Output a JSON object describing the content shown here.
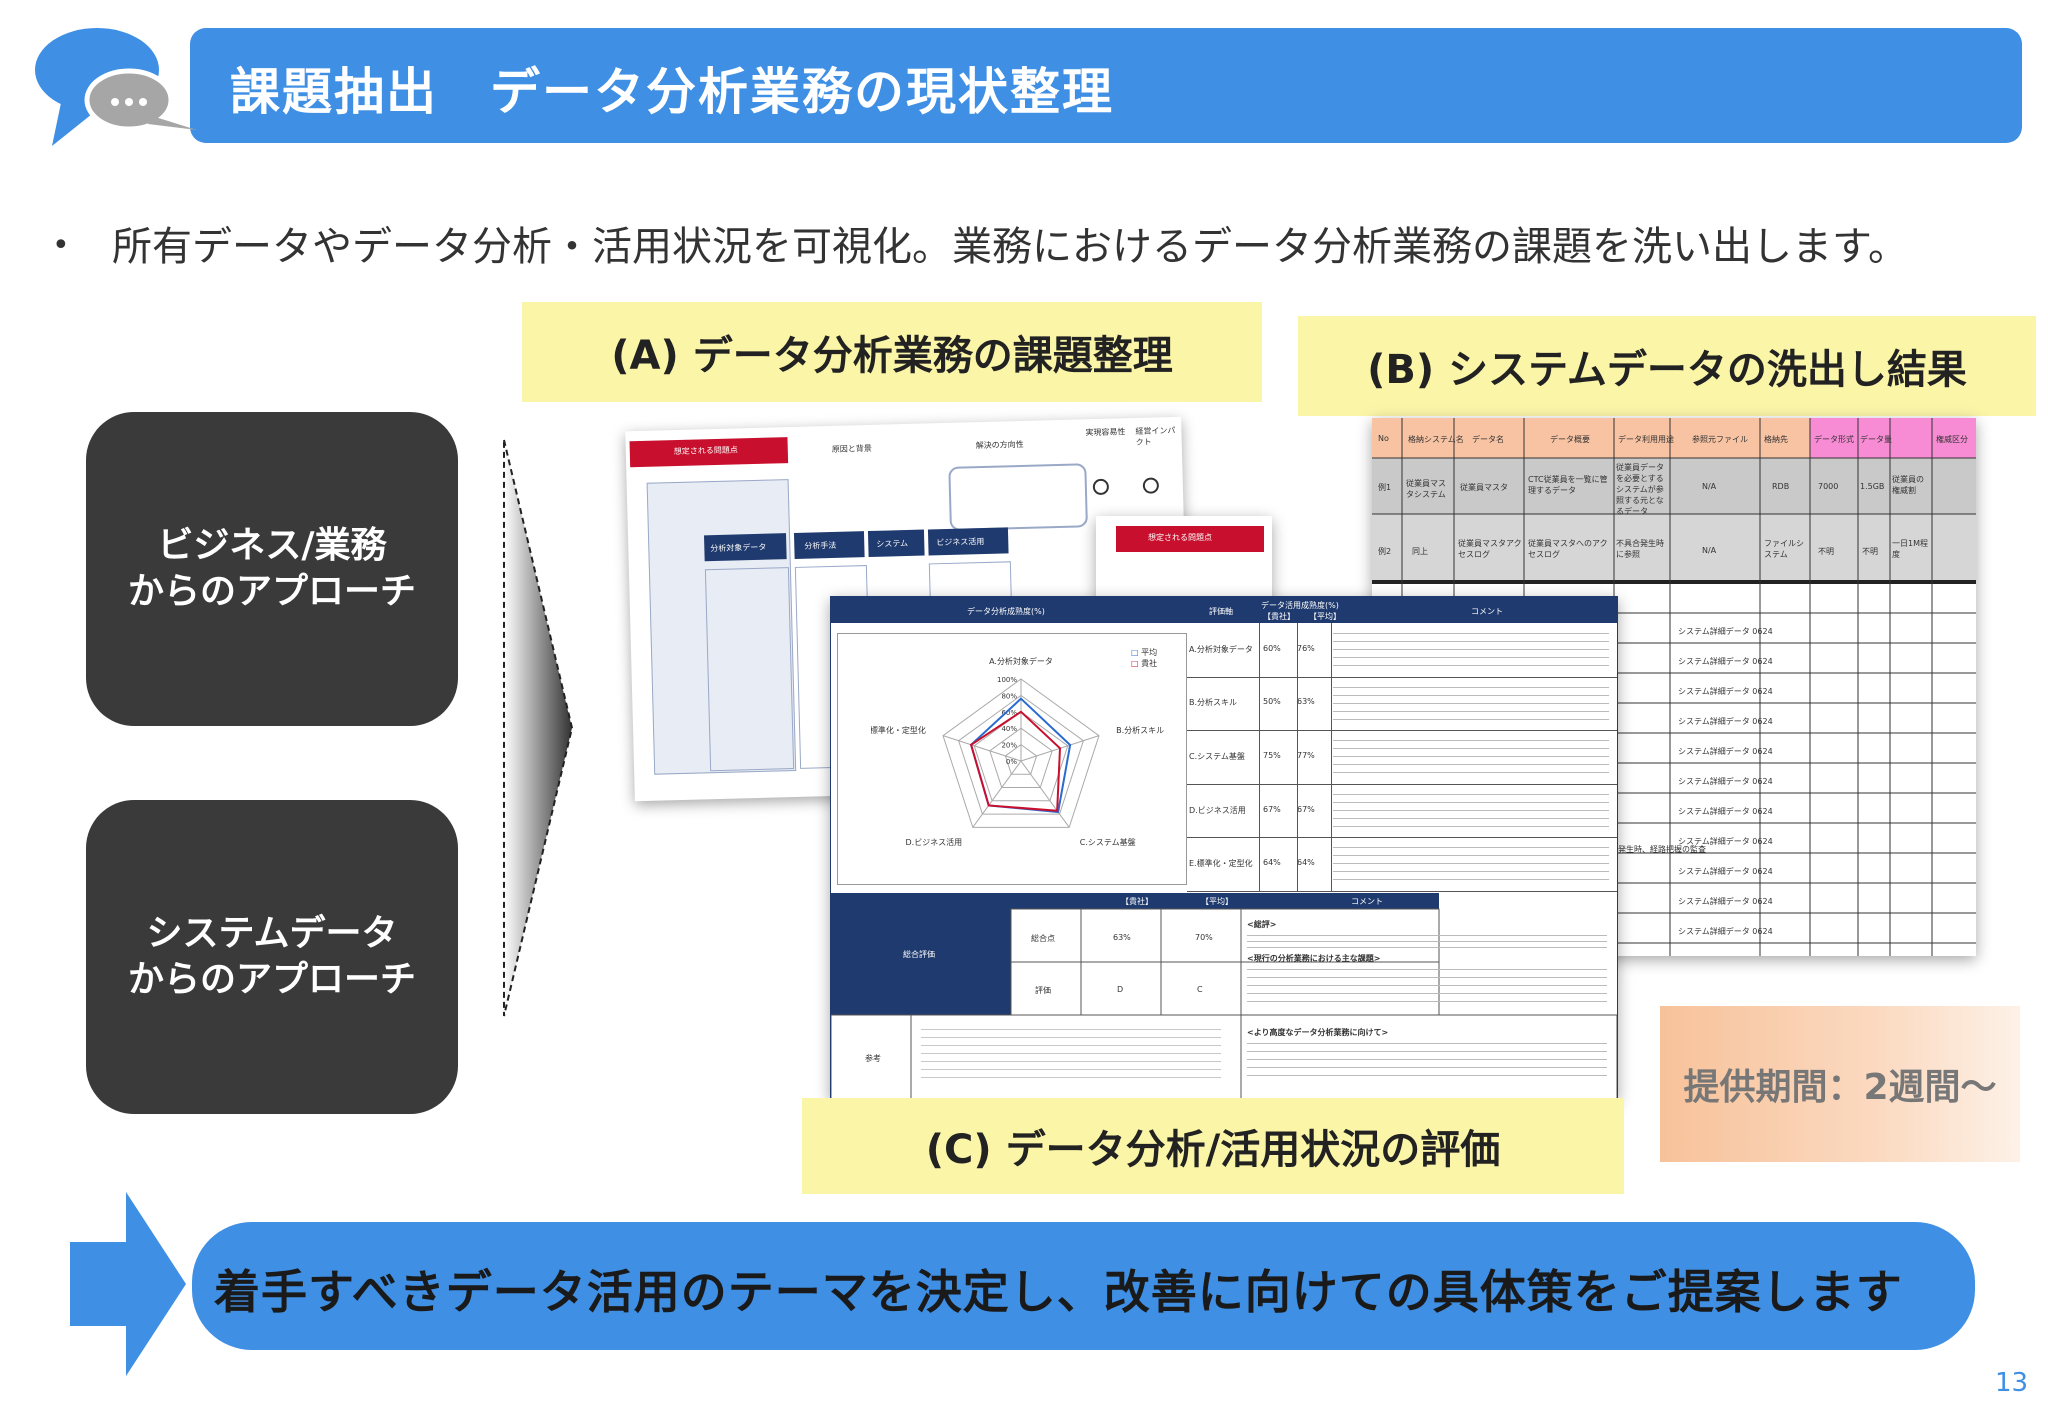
{
  "header": {
    "title": "課題抽出　データ分析業務の現状整理",
    "icon": "speech-bubbles-icon",
    "accent_color": "#3f8fe4"
  },
  "bullet": {
    "marker": "•",
    "text": "所有データやデータ分析・活用状況を可視化。業務におけるデータ分析業務の課題を洗い出します。"
  },
  "approaches": {
    "business": [
      "ビジネス/業務",
      "からのアプローチ"
    ],
    "system": [
      "システムデータ",
      "からのアプローチ"
    ]
  },
  "labels": {
    "a": "(A) データ分析業務の課題整理",
    "b": "(B) システムデータの洗出し結果",
    "c": "(C) データ分析/活用状況の評価"
  },
  "doc_c": {
    "col_maturity": "データ分析成熟度(%)",
    "col_axis": "評価軸",
    "col_usage": "データ活用成熟度(%)",
    "col_own": "【貴社】",
    "col_avg": "【平均】",
    "col_comment": "コメント",
    "legend": [
      "平均",
      "貴社"
    ],
    "radar_axes": [
      "A.分析対象データ",
      "B.分析スキル",
      "C.システム基盤",
      "D.ビジネス活用",
      "E.標準化・定型化"
    ],
    "radar_ticks": [
      "100%",
      "80%",
      "60%",
      "40%",
      "20%",
      "0%"
    ],
    "rows": [
      {
        "axis": "A.分析対象データ",
        "own": "60%",
        "avg": "76%"
      },
      {
        "axis": "B.分析スキル",
        "own": "50%",
        "avg": "63%"
      },
      {
        "axis": "C.システム基盤",
        "own": "75%",
        "avg": "77%"
      },
      {
        "axis": "D.ビジネス活用",
        "own": "67%",
        "avg": "67%"
      },
      {
        "axis": "E.標準化・定型化",
        "own": "64%",
        "avg": "64%"
      }
    ],
    "summary_label": "総合評価",
    "summary_rows": [
      {
        "label": "総合点",
        "own": "63%",
        "avg": "70%"
      },
      {
        "label": "評価",
        "own": "D",
        "avg": "C"
      }
    ],
    "ref_label": "参考",
    "comment_head": "<総評>",
    "comment_head2": "<現行の分析業務における主な課題>",
    "comment_head3": "<より高度なデータ分析業務に向けて>"
  },
  "doc_a": {
    "h1": "想定される問題点",
    "h2": "原因と背景",
    "h3": "解決の方向性",
    "h4": "実現容易性",
    "h5": "経営インパクト",
    "cols": [
      "分析対象データ",
      "分析手法",
      "システム",
      "ビジネス活用"
    ],
    "h6": "想定される問題点"
  },
  "doc_b": {
    "headers": [
      "No",
      "格納システム名",
      "データ名",
      "データ概要",
      "データ利用用途",
      "参照元ファイル",
      "格納先",
      "データ形式",
      "データ量",
      "権威区分"
    ],
    "row1": [
      "例1",
      "従業員マスタシステム",
      "従業員マスタ",
      "CTC従業員を一覧に管理するデータ",
      "従業員データを必要とするシステムが参照する元となるデータ",
      "N/A",
      "RDB",
      "7000",
      "1.5GB",
      "従業員の権威割"
    ],
    "row2": [
      "例2",
      "同上",
      "従業員マスタアクセスログ",
      "従業員マスタへのアクセスログ",
      "不具合発生時に参照",
      "N/A",
      "ファイルシステム",
      "不明",
      "不明",
      "一日1M程度"
    ],
    "cell": "システム詳細データ 0624",
    "note": "事故発生時、経路把握の監査"
  },
  "period": "提供期間：2週間～",
  "bottom": "着手すべきデータ活用のテーマを決定し、改善に向けての具体策をご提案します",
  "page_number": "13"
}
